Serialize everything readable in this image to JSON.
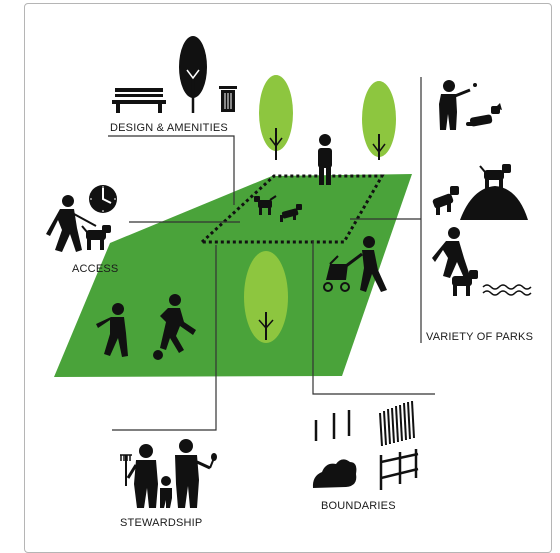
{
  "title": "",
  "colors": {
    "park_green": "#4aa33a",
    "tree_green": "#8dc63f",
    "ink": "#111111",
    "line": "#333333",
    "frame": "#b5b5b5"
  },
  "labels": {
    "design_amenities": "DESIGN & AMENITIES",
    "access": "ACCESS",
    "variety_of_parks": "VARIETY OF PARKS",
    "stewardship": "STEWARDSHIP",
    "boundaries": "BOUNDARIES"
  },
  "icons": {
    "design_amenities": [
      "park-bench-icon",
      "tree-icon",
      "trash-can-icon"
    ],
    "access": [
      "dog-walker-icon",
      "clock-icon"
    ],
    "variety_of_parks": [
      "person-throwing-ball-to-dog-icon",
      "dogs-on-hill-icon",
      "person-and-dog-by-water-icon"
    ],
    "stewardship": [
      "family-with-rake-icon"
    ],
    "boundaries": [
      "posts-icon",
      "fence-icon",
      "hedge-icon",
      "rail-fence-icon"
    ],
    "park": [
      "tree-icon",
      "person-icon",
      "dogs-playing-icon",
      "stroller-walker-icon",
      "soccer-players-icon"
    ]
  }
}
